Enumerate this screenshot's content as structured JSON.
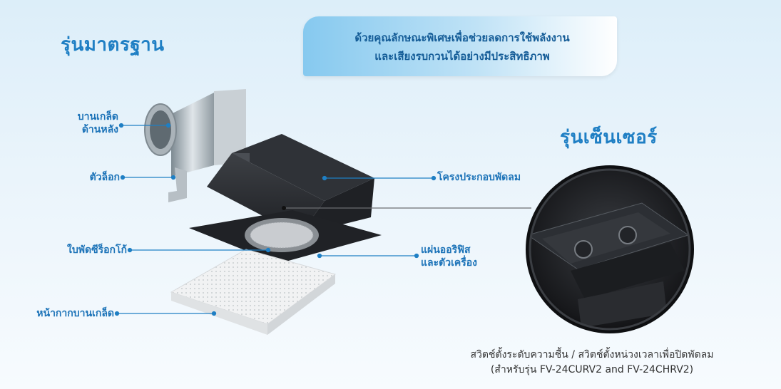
{
  "titles": {
    "standard": "รุ่นมาตรฐาน",
    "sensor": "รุ่นเซ็นเซอร์"
  },
  "callout": {
    "line1": "ด้วยคุณลักษณะพิเศษเพื่อช่วยลดการใช้พลังงาน",
    "line2": "และเสียงรบกวนได้อย่างมีประสิทธิภาพ"
  },
  "parts": {
    "rear_shutter_line1": "บานเกล็ด",
    "rear_shutter_line2": "ด้านหลัง",
    "lock": "ตัวล็อก",
    "sirocco_blade": "ใบพัดซีร็อกโก้",
    "grille": "หน้ากากบานเกล็ด",
    "fan_frame": "โครงประกอบพัดลม",
    "orifice_line1": "แผ่นออริฟิส",
    "orifice_line2": "และตัวเครื่อง"
  },
  "caption": {
    "line1": "สวิตช์ตั้งระดับความชื้น / สวิตช์ตั้งหน่วงเวลาเพื่อปิดพัดลม",
    "line2": "(สำหรับรุ่น FV-24CURV2 and FV-24CHRV2)"
  },
  "colors": {
    "accent": "#1f7fc4",
    "leader_line": "#1f7fc4",
    "background": "#e3f1fa"
  },
  "icons": {
    "bullet": "leader-dot"
  }
}
